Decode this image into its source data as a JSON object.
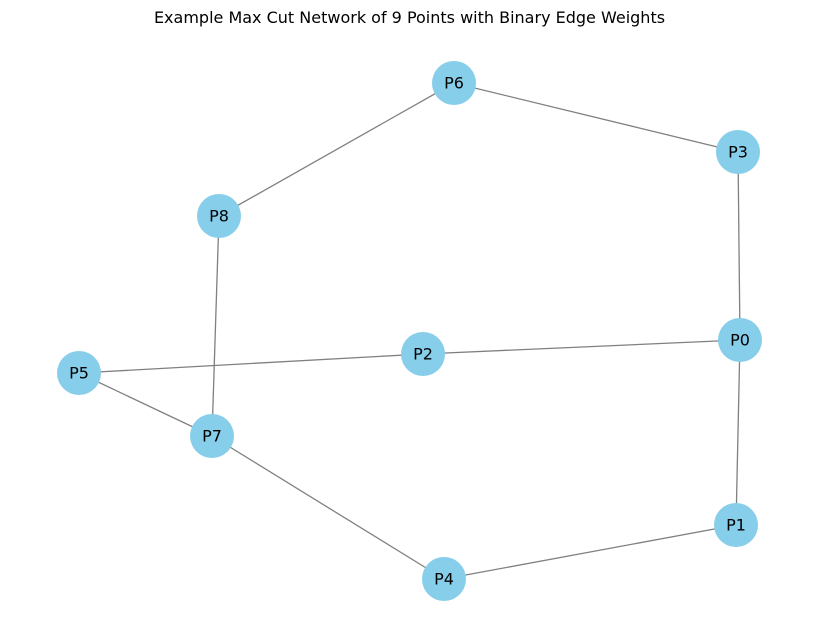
{
  "title": "Example Max Cut Network of 9 Points with Binary Edge Weights",
  "colors": {
    "node_fill": "#87ceeb",
    "edge_stroke": "#808080",
    "label_text": "#000000"
  },
  "nodes": [
    {
      "id": "P0",
      "label": "P0"
    },
    {
      "id": "P1",
      "label": "P1"
    },
    {
      "id": "P2",
      "label": "P2"
    },
    {
      "id": "P3",
      "label": "P3"
    },
    {
      "id": "P4",
      "label": "P4"
    },
    {
      "id": "P5",
      "label": "P5"
    },
    {
      "id": "P6",
      "label": "P6"
    },
    {
      "id": "P7",
      "label": "P7"
    },
    {
      "id": "P8",
      "label": "P8"
    }
  ],
  "edges": [
    {
      "source": "P6",
      "target": "P3"
    },
    {
      "source": "P6",
      "target": "P8"
    },
    {
      "source": "P3",
      "target": "P0"
    },
    {
      "source": "P8",
      "target": "P7"
    },
    {
      "source": "P2",
      "target": "P0"
    },
    {
      "source": "P5",
      "target": "P2"
    },
    {
      "source": "P5",
      "target": "P7"
    },
    {
      "source": "P0",
      "target": "P1"
    },
    {
      "source": "P7",
      "target": "P4"
    },
    {
      "source": "P4",
      "target": "P1"
    }
  ]
}
